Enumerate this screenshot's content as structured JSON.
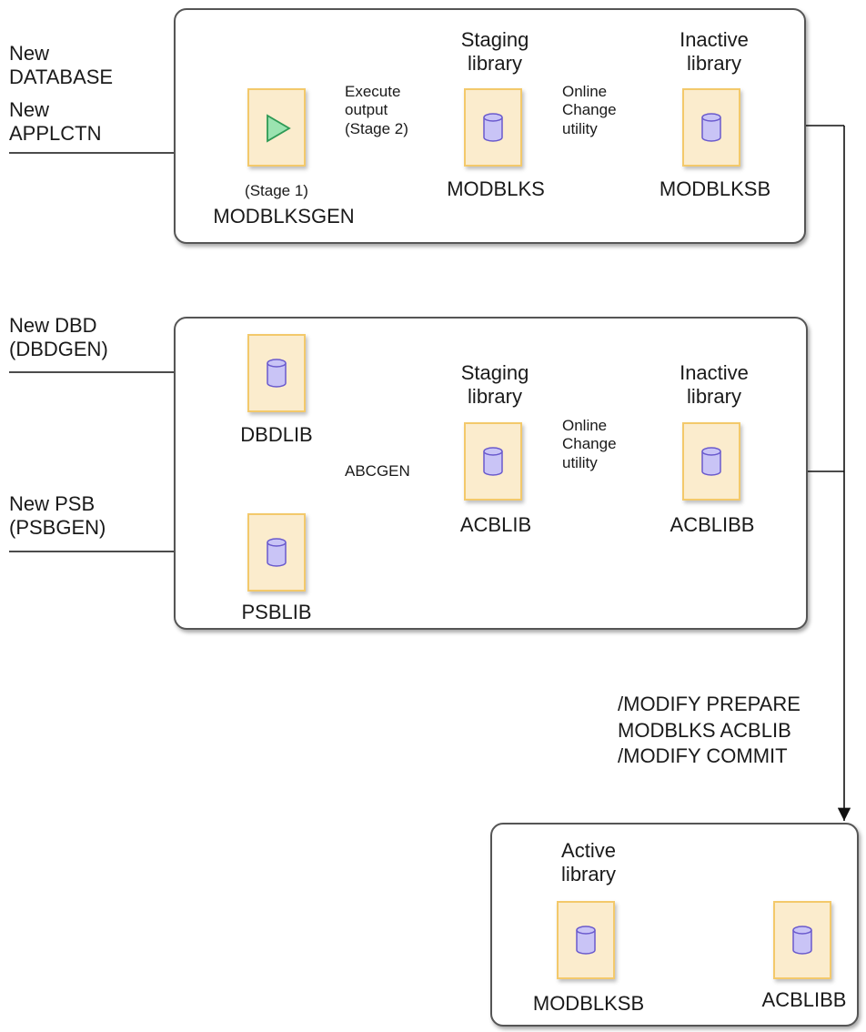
{
  "inputs": {
    "database": "New\nDATABASE",
    "applctn": "New\nAPPLCTN",
    "dbd": "New DBD\n(DBDGEN)",
    "psb": "New PSB\n(PSBGEN)"
  },
  "panel1": {
    "stage1_label": "(Stage 1)",
    "modblksgen": "MODBLKSGEN",
    "execute_output": "Execute\noutput\n(Stage 2)",
    "staging_heading": "Staging\nlibrary",
    "modblks": "MODBLKS",
    "online_change": "Online\nChange\nutility",
    "inactive_heading": "Inactive\nlibrary",
    "modblksb": "MODBLKSB"
  },
  "panel2": {
    "dbdlib": "DBDLIB",
    "psblib": "PSBLIB",
    "abcgen": "ABCGEN",
    "staging_heading": "Staging\nlibrary",
    "acblib": "ACBLIB",
    "online_change": "Online\nChange\nutility",
    "inactive_heading": "Inactive\nlibrary",
    "acblibb": "ACBLIBB"
  },
  "commands": "/MODIFY PREPARE\nMODBLKS ACBLIB\n/MODIFY COMMIT",
  "panel3": {
    "active_heading": "Active\nlibrary",
    "modblksb": "MODBLKSB",
    "acblibb": "ACBLIBB"
  },
  "colors": {
    "tile_fill": "#fbeccd",
    "tile_border": "#f3c96b",
    "cylinder_fill": "#c9c4f6",
    "cylinder_stroke": "#6a5acd",
    "play_fill": "#9be3b0",
    "play_stroke": "#2e9a55"
  }
}
